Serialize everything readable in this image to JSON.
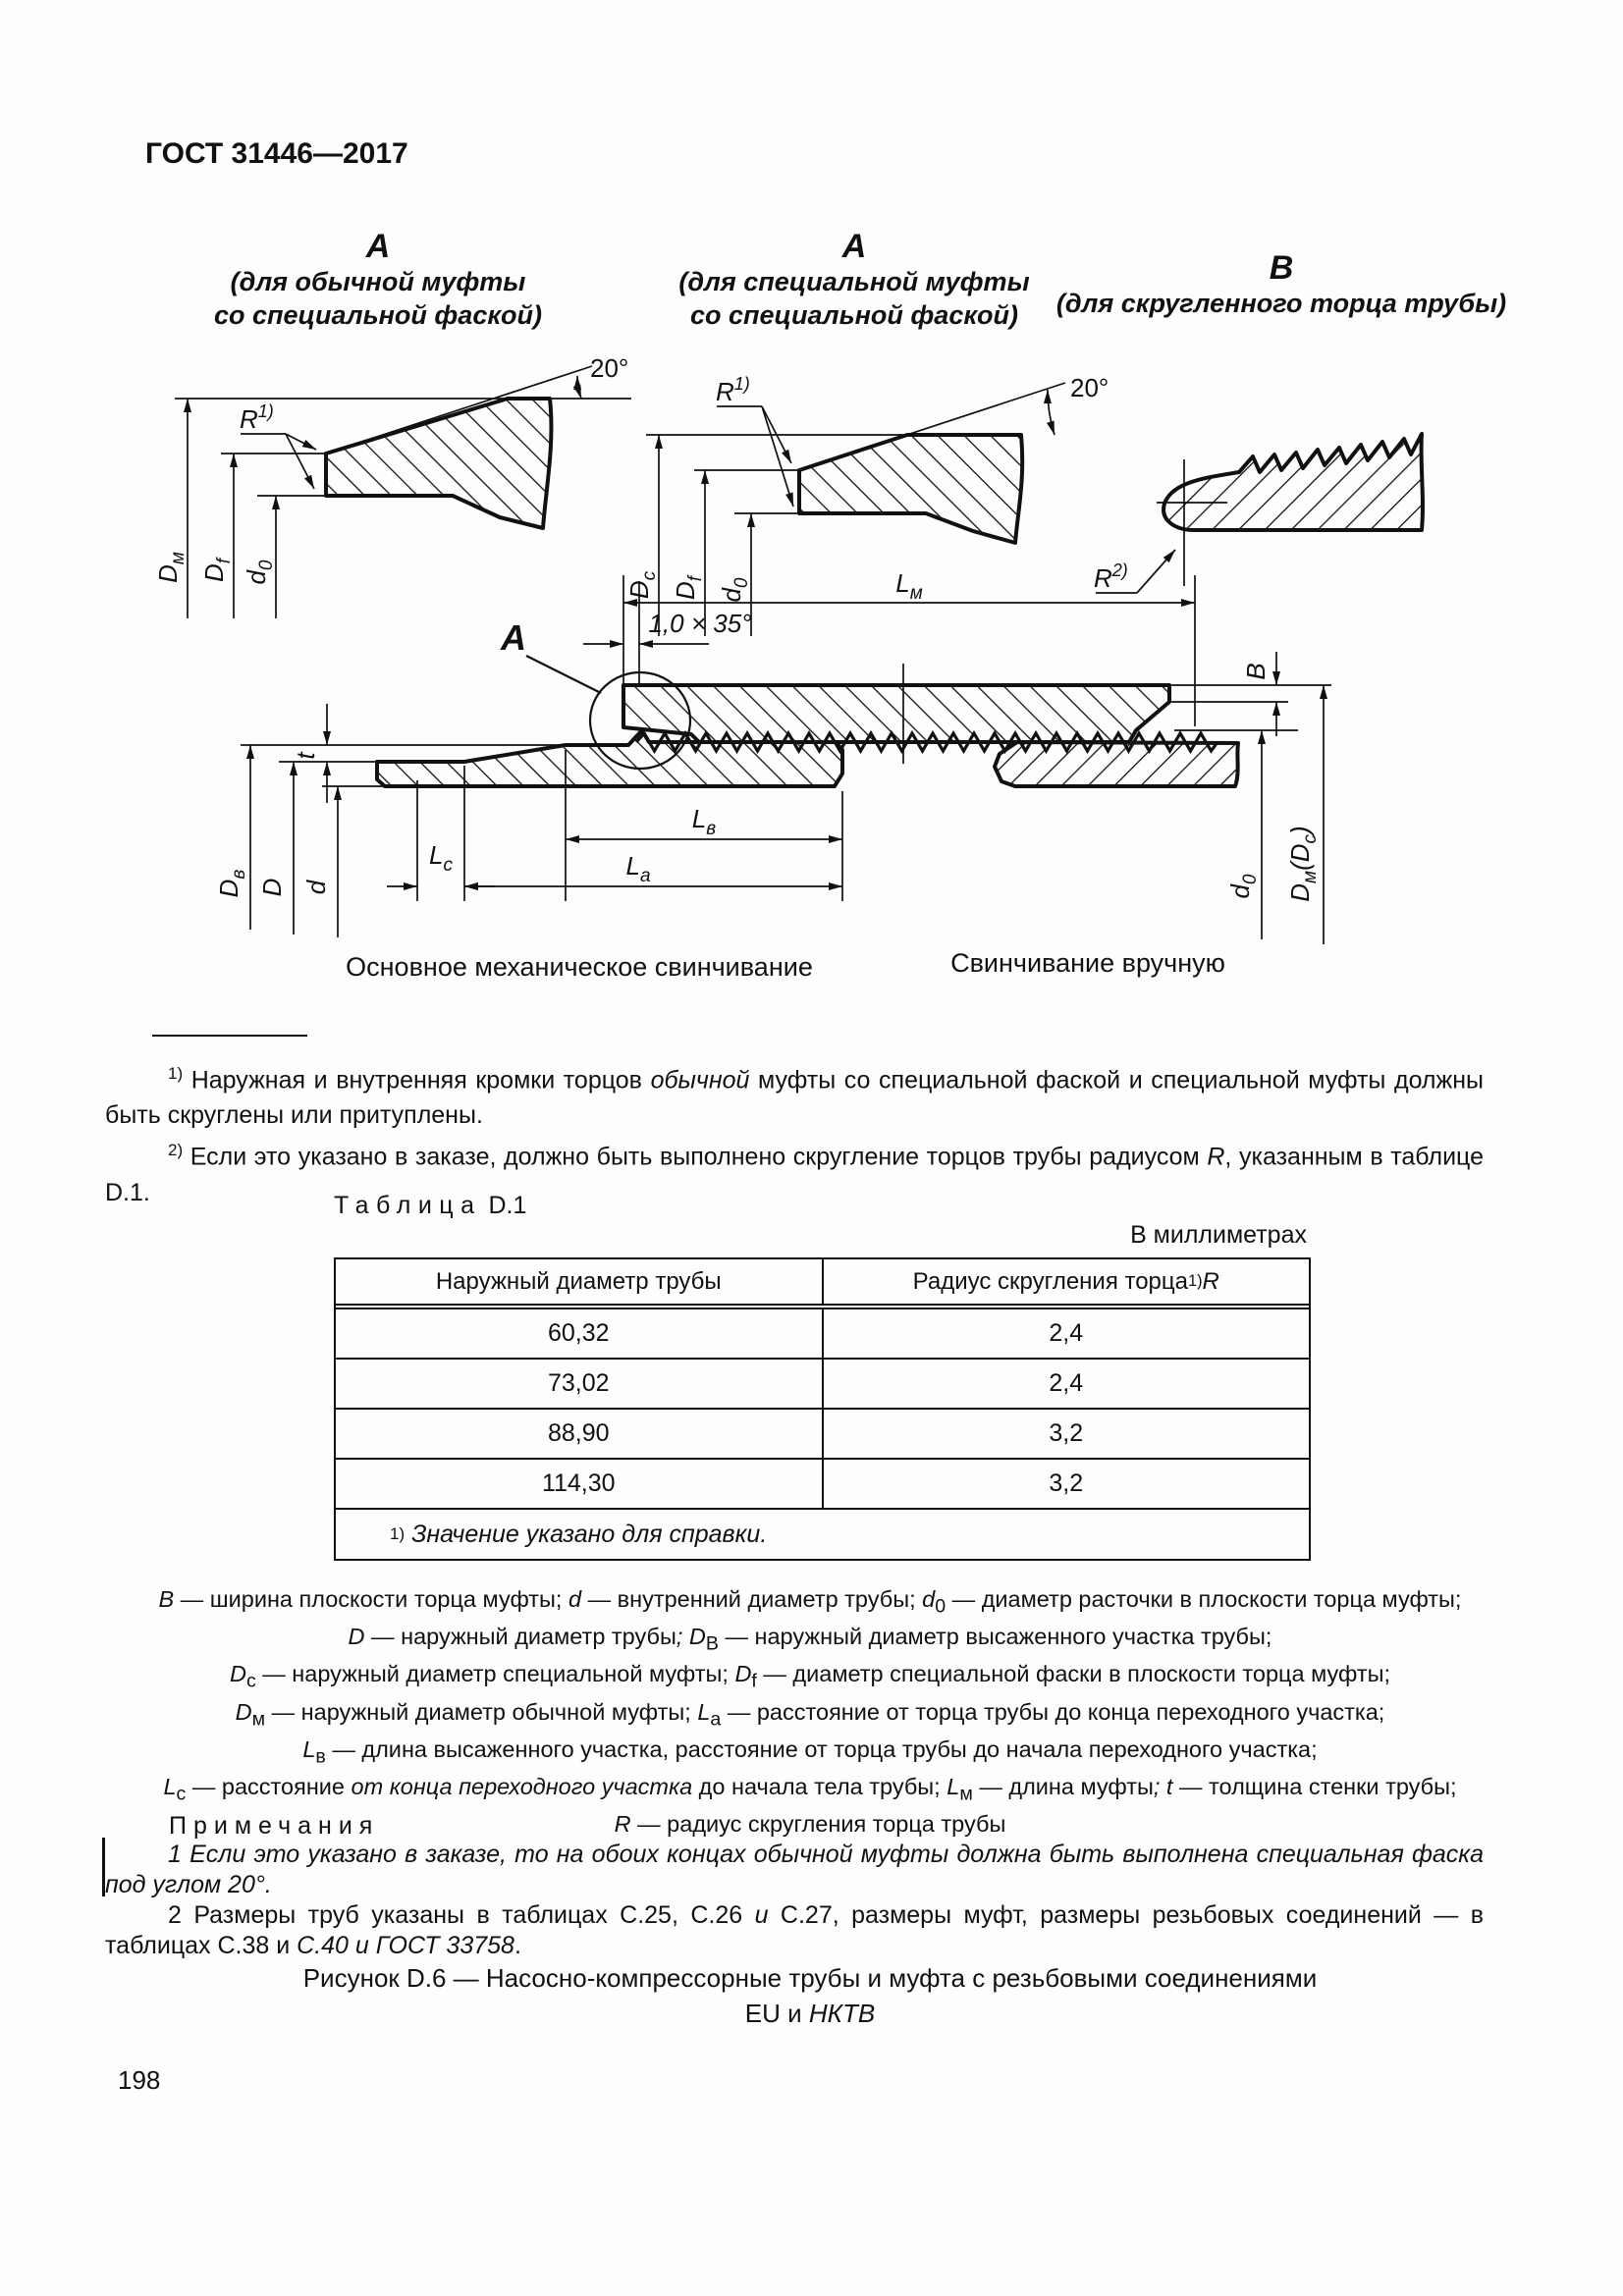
{
  "page": {
    "header": "ГОСТ 31446—2017",
    "number": "198"
  },
  "figure": {
    "views": [
      {
        "letter": "A",
        "line1": "(для обычной муфты",
        "line2": "со специальной фаской)"
      },
      {
        "letter": "A",
        "line1": "(для специальной муфты",
        "line2": "со специальной фаской)"
      },
      {
        "letter": "B",
        "line1": "(для скругленного торца трубы)"
      }
    ],
    "captions": {
      "left": "Основное механическое свинчивание",
      "right": "Свинчивание вручную"
    },
    "dims": {
      "deg20": "20°",
      "chamfer": "1,0 × 35°",
      "calloutA": "A",
      "r_main": "R",
      "r1_sup": "1)",
      "r2_sup": "2)",
      "Dm_main": "D",
      "Dm_sub": "м",
      "Df_main": "D",
      "Df_sub": "f",
      "d0_main": "d",
      "d0_sub": "0",
      "Dc_main": "D",
      "Dc_sub": "с",
      "Dv_main": "D",
      "Dv_sub": "в",
      "D_plain": "D",
      "d_plain": "d",
      "t_plain": "t",
      "B_plain": "B",
      "Lm_main": "L",
      "Lm_sub": "м",
      "Lv_main": "L",
      "Lv_sub": "в",
      "La_main": "L",
      "La_sub": "а",
      "Lc_main": "L",
      "Lc_sub": "с",
      "DmDc_p1": "D",
      "DmDc_s1": "м",
      "DmDc_p2": "(D",
      "DmDc_s2": "с",
      "DmDc_p3": ")"
    },
    "caption_line1": "Рисунок D.6 — Насосно-компрессорные трубы и муфта с резьбовыми соединениями",
    "caption_line2": "EU и <i>НКТВ</i>"
  },
  "footnotes": {
    "fn1": "<sup>1)</sup> Наружная и внутренняя кромки торцов <i>обычной</i> муфты со специальной фаской и специальной муфты должны быть скруглены или притуплены.",
    "fn2": "<sup>2)</sup> Если это указано в заказе, должно быть выполнено скругление торцов трубы радиусом <i>R</i>, указанным в таблице D.1."
  },
  "table": {
    "label": "Таблица",
    "number": "D.1",
    "units": "В миллиметрах",
    "headers": [
      "Наружный диаметр трубы",
      "Радиус скругления торца <sup>1)</sup> <i>R</i>"
    ],
    "rows": [
      [
        "60,32",
        "2,4"
      ],
      [
        "73,02",
        "2,4"
      ],
      [
        "88,90",
        "3,2"
      ],
      [
        "114,30",
        "3,2"
      ]
    ],
    "footnote": "<sup>1)</sup>&nbsp; <i>Значение указано для справки.</i>"
  },
  "legend": {
    "l1": "<i>B</i> — ширина плоскости торца муфты; <i>d</i> — внутренний диаметр трубы; <i>d</i><sub>0</sub> — диаметр расточки в плоскости торца муфты;",
    "l2": "<i>D</i> — наружный диаметр трубы<i>; D</i><sub>В</sub> — наружный диаметр высаженного участка трубы;",
    "l3": "<i>D</i><sub>с</sub> — наружный диаметр специальной муфты; <i>D</i><sub>f</sub> — диаметр специальной фаски в плоскости торца муфты;",
    "l4": "<i>D</i><sub>м</sub> — наружный диаметр обычной муфты; <i>L</i><sub>а</sub> — расстояние от торца трубы до конца переходного участка;",
    "l5": "<i>L</i><sub>в</sub> — длина высаженного участка, расстояние от торца трубы до начала переходного участка;",
    "l6": "<i>L</i><sub>с</sub> — расстояние <i>от конца переходного участка</i> до начала тела трубы; <i>L</i><sub>м</sub> — длина муфты<i>; t</i> — толщина стенки трубы;",
    "l7": "<i>R</i> — радиус скругления торца трубы"
  },
  "notes": {
    "label": "Примечания",
    "n1": "<i>1 Если это указано в заказе, то на обоих концах обычной муфты должна быть выполнена специальная фаска под углом 20°.</i>",
    "n2": "2 Размеры труб указаны в таблицах С.25, С.26 <i>и</i> С.27, размеры муфт, размеры резьбовых соединений — в таблицах С.38 и <i>С.40 и ГОСТ 33758</i>."
  }
}
